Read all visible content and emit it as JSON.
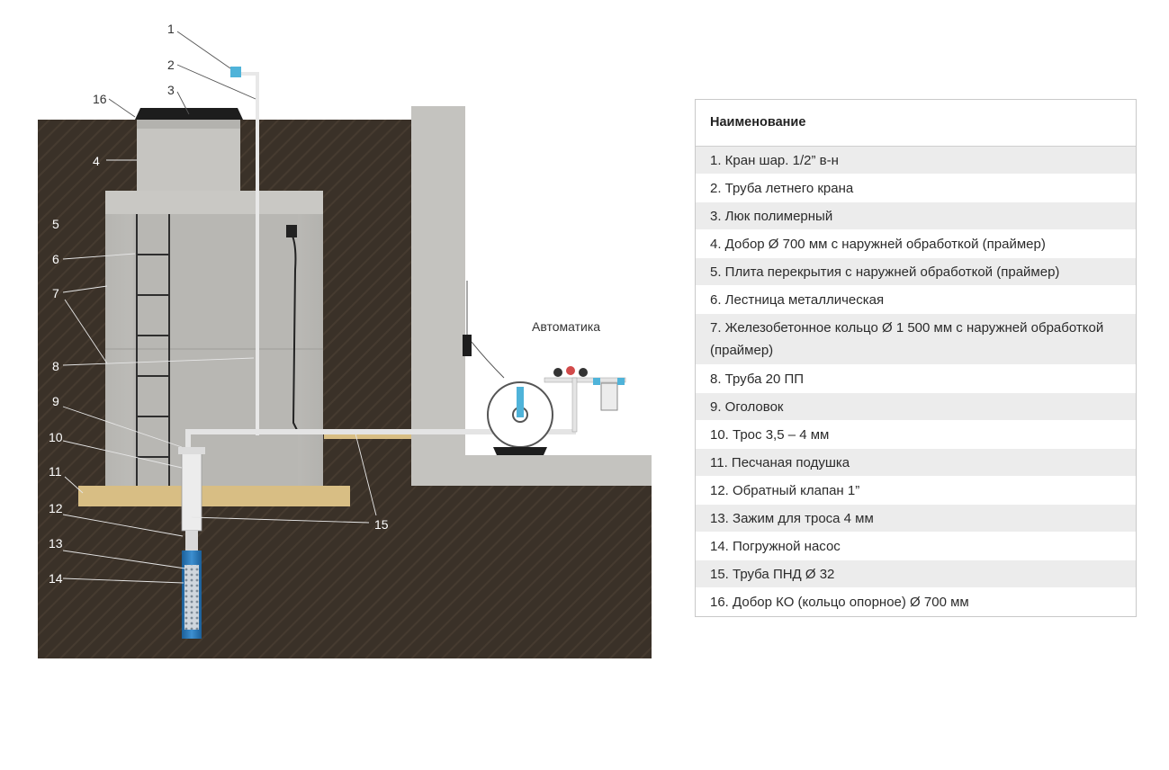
{
  "callouts": [
    "1",
    "2",
    "3",
    "16",
    "4",
    "5",
    "6",
    "7",
    "8",
    "9",
    "10",
    "11",
    "12",
    "13",
    "14",
    "15"
  ],
  "automation_label": "Автоматика",
  "legend": {
    "header": "Наименование",
    "items": [
      "1. Кран шар. 1/2” в-н",
      "2. Труба летнего крана",
      "3. Люк полимерный",
      "4. Добор Ø 700 мм с наружней обработкой (праймер)",
      "5. Плита перекрытия с наружней обработкой (праймер)",
      "6. Лестница металлическая",
      "7. Железобетонное кольцо Ø 1 500 мм с наружней обработкой (праймер)",
      "8. Труба 20 ПП",
      "9.  Оголовок",
      "10. Трос 3,5 – 4 мм",
      "11. Песчаная подушка",
      "12. Обратный клапан 1”",
      "13. Зажим для троса 4 мм",
      "14. Погружной насос",
      "15. Труба ПНД Ø 32",
      "16. Добор КО (кольцо опорное) Ø 700 мм"
    ]
  },
  "colors": {
    "soil": "#3a3128",
    "concrete": "#bdbcb8",
    "sand": "#d8be84",
    "pump": "#1f6fb0"
  }
}
